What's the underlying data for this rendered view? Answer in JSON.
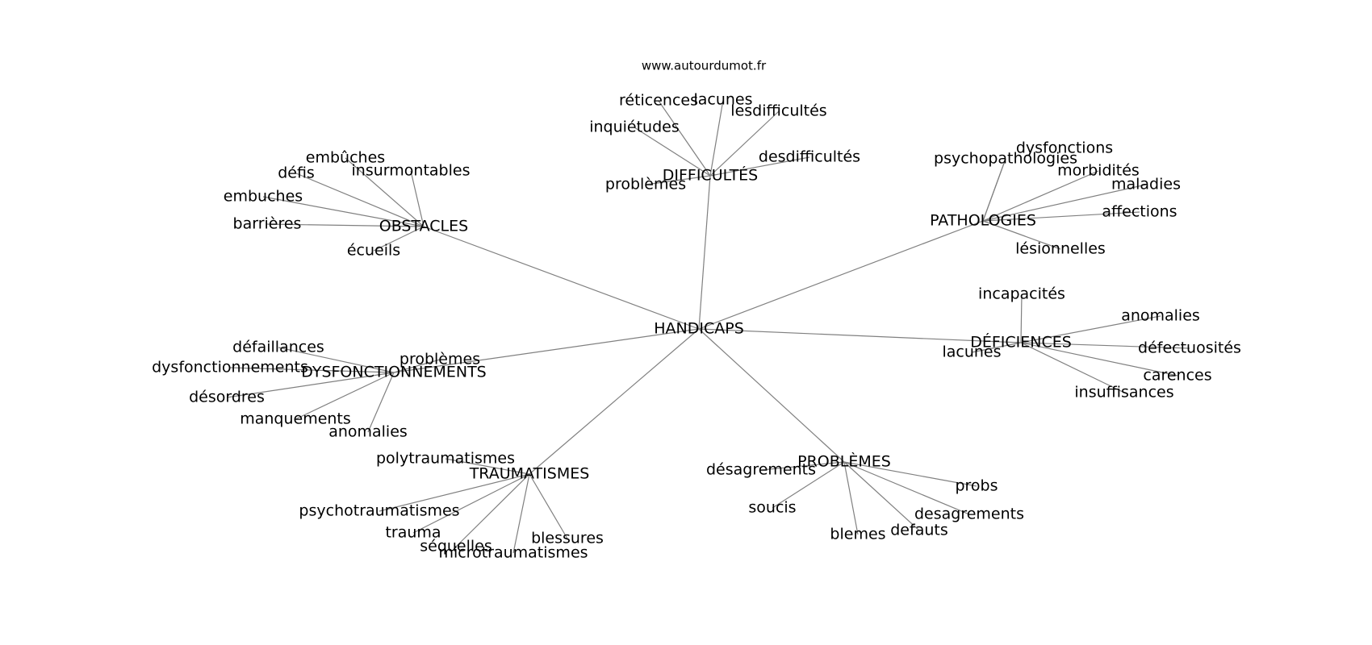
{
  "site_label": "www.autourdumot.fr",
  "center": "HANDICAPS",
  "clusters": [
    {
      "hub": "DIFFICULTÉS",
      "leaves": [
        "réticences",
        "lacunes",
        "lesdifficultés",
        "inquiétudes",
        "desdifficultés",
        "problèmes"
      ]
    },
    {
      "hub": "OBSTACLES",
      "leaves": [
        "embûches",
        "défis",
        "insurmontables",
        "embuches",
        "barrières",
        "écueils"
      ]
    },
    {
      "hub": "PATHOLOGIES",
      "leaves": [
        "dysfonctions",
        "psychopathologies",
        "morbidités",
        "maladies",
        "affections",
        "lésionnelles"
      ]
    },
    {
      "hub": "DÉFICIENCES",
      "leaves": [
        "incapacités",
        "anomalies",
        "défectuosités",
        "lacunes",
        "carences",
        "insuffisances"
      ]
    },
    {
      "hub": "DYSFONCTIONNEMENTS",
      "leaves": [
        "défaillances",
        "problèmes",
        "dysfonctionnements",
        "désordres",
        "manquements",
        "anomalies"
      ]
    },
    {
      "hub": "TRAUMATISMES",
      "leaves": [
        "polytraumatismes",
        "psychotraumatismes",
        "trauma",
        "séquelles",
        "microtraumatismes",
        "blessures"
      ]
    },
    {
      "hub": "PROBLÈMES",
      "leaves": [
        "désagrements",
        "probs",
        "soucis",
        "desagrements",
        "blemes",
        "defauts"
      ]
    }
  ]
}
